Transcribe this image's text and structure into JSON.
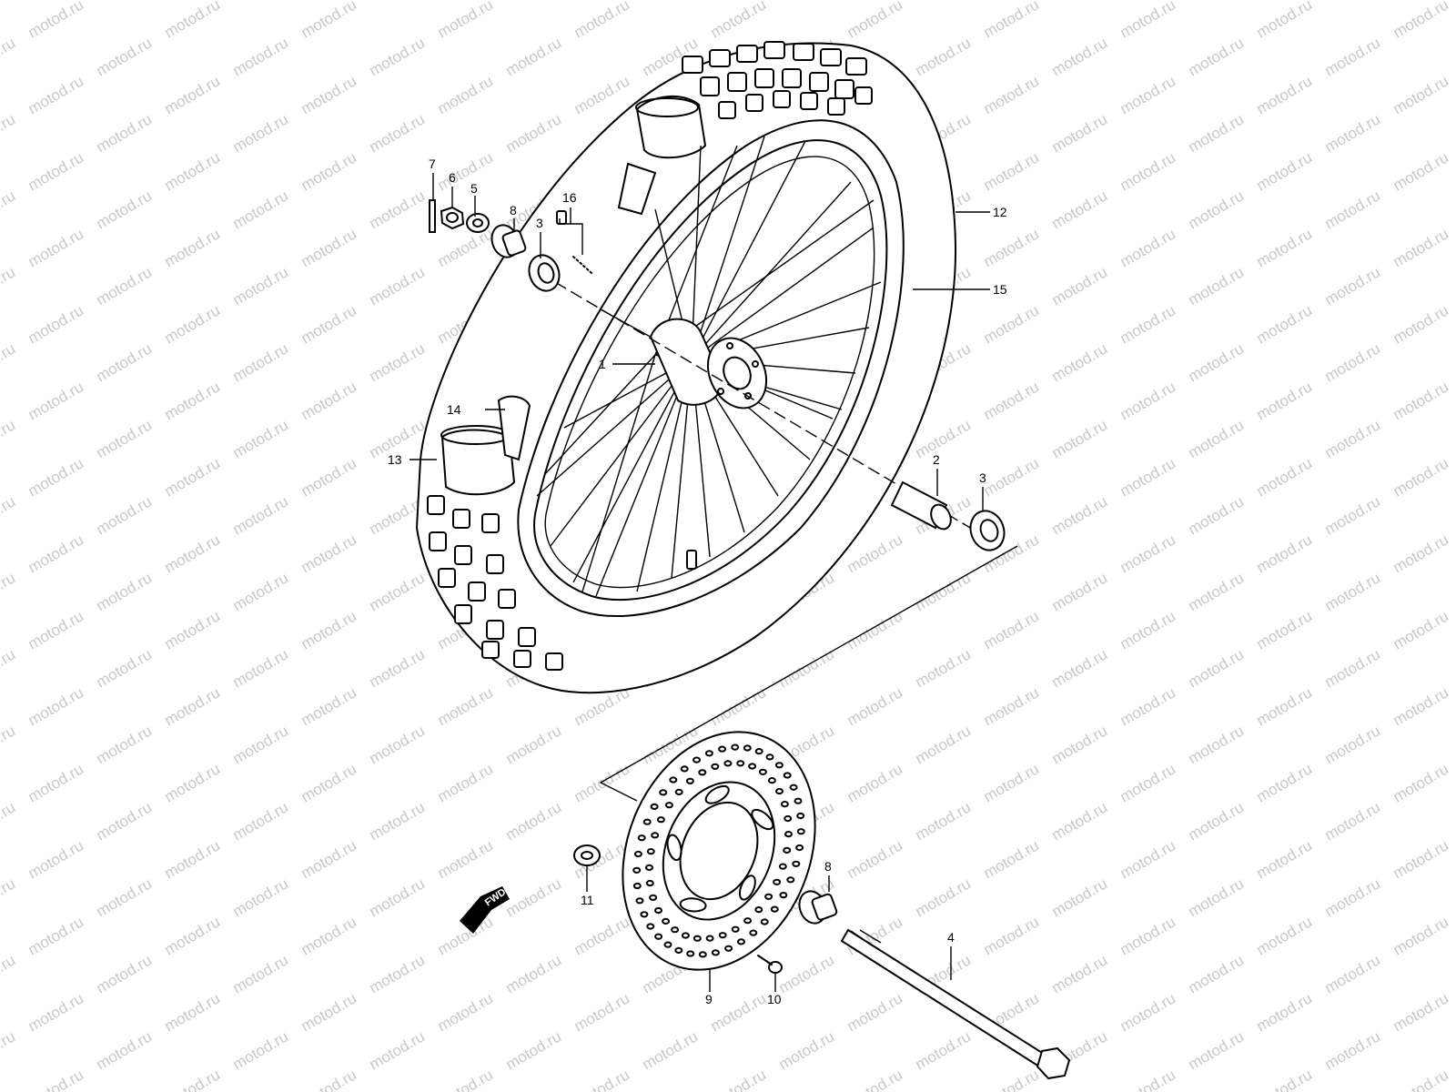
{
  "watermark": "motod.ru",
  "fwd_label": "FWD",
  "callouts": [
    {
      "id": "c1",
      "label": "1"
    },
    {
      "id": "c2",
      "label": "2"
    },
    {
      "id": "c3a",
      "label": "3"
    },
    {
      "id": "c3b",
      "label": "3"
    },
    {
      "id": "c4",
      "label": "4"
    },
    {
      "id": "c5",
      "label": "5"
    },
    {
      "id": "c6",
      "label": "6"
    },
    {
      "id": "c7",
      "label": "7"
    },
    {
      "id": "c8a",
      "label": "8"
    },
    {
      "id": "c8b",
      "label": "8"
    },
    {
      "id": "c9",
      "label": "9"
    },
    {
      "id": "c10",
      "label": "10"
    },
    {
      "id": "c11",
      "label": "11"
    },
    {
      "id": "c12",
      "label": "12"
    },
    {
      "id": "c13",
      "label": "13"
    },
    {
      "id": "c14",
      "label": "14"
    },
    {
      "id": "c15",
      "label": "15"
    },
    {
      "id": "c16",
      "label": "16"
    }
  ]
}
